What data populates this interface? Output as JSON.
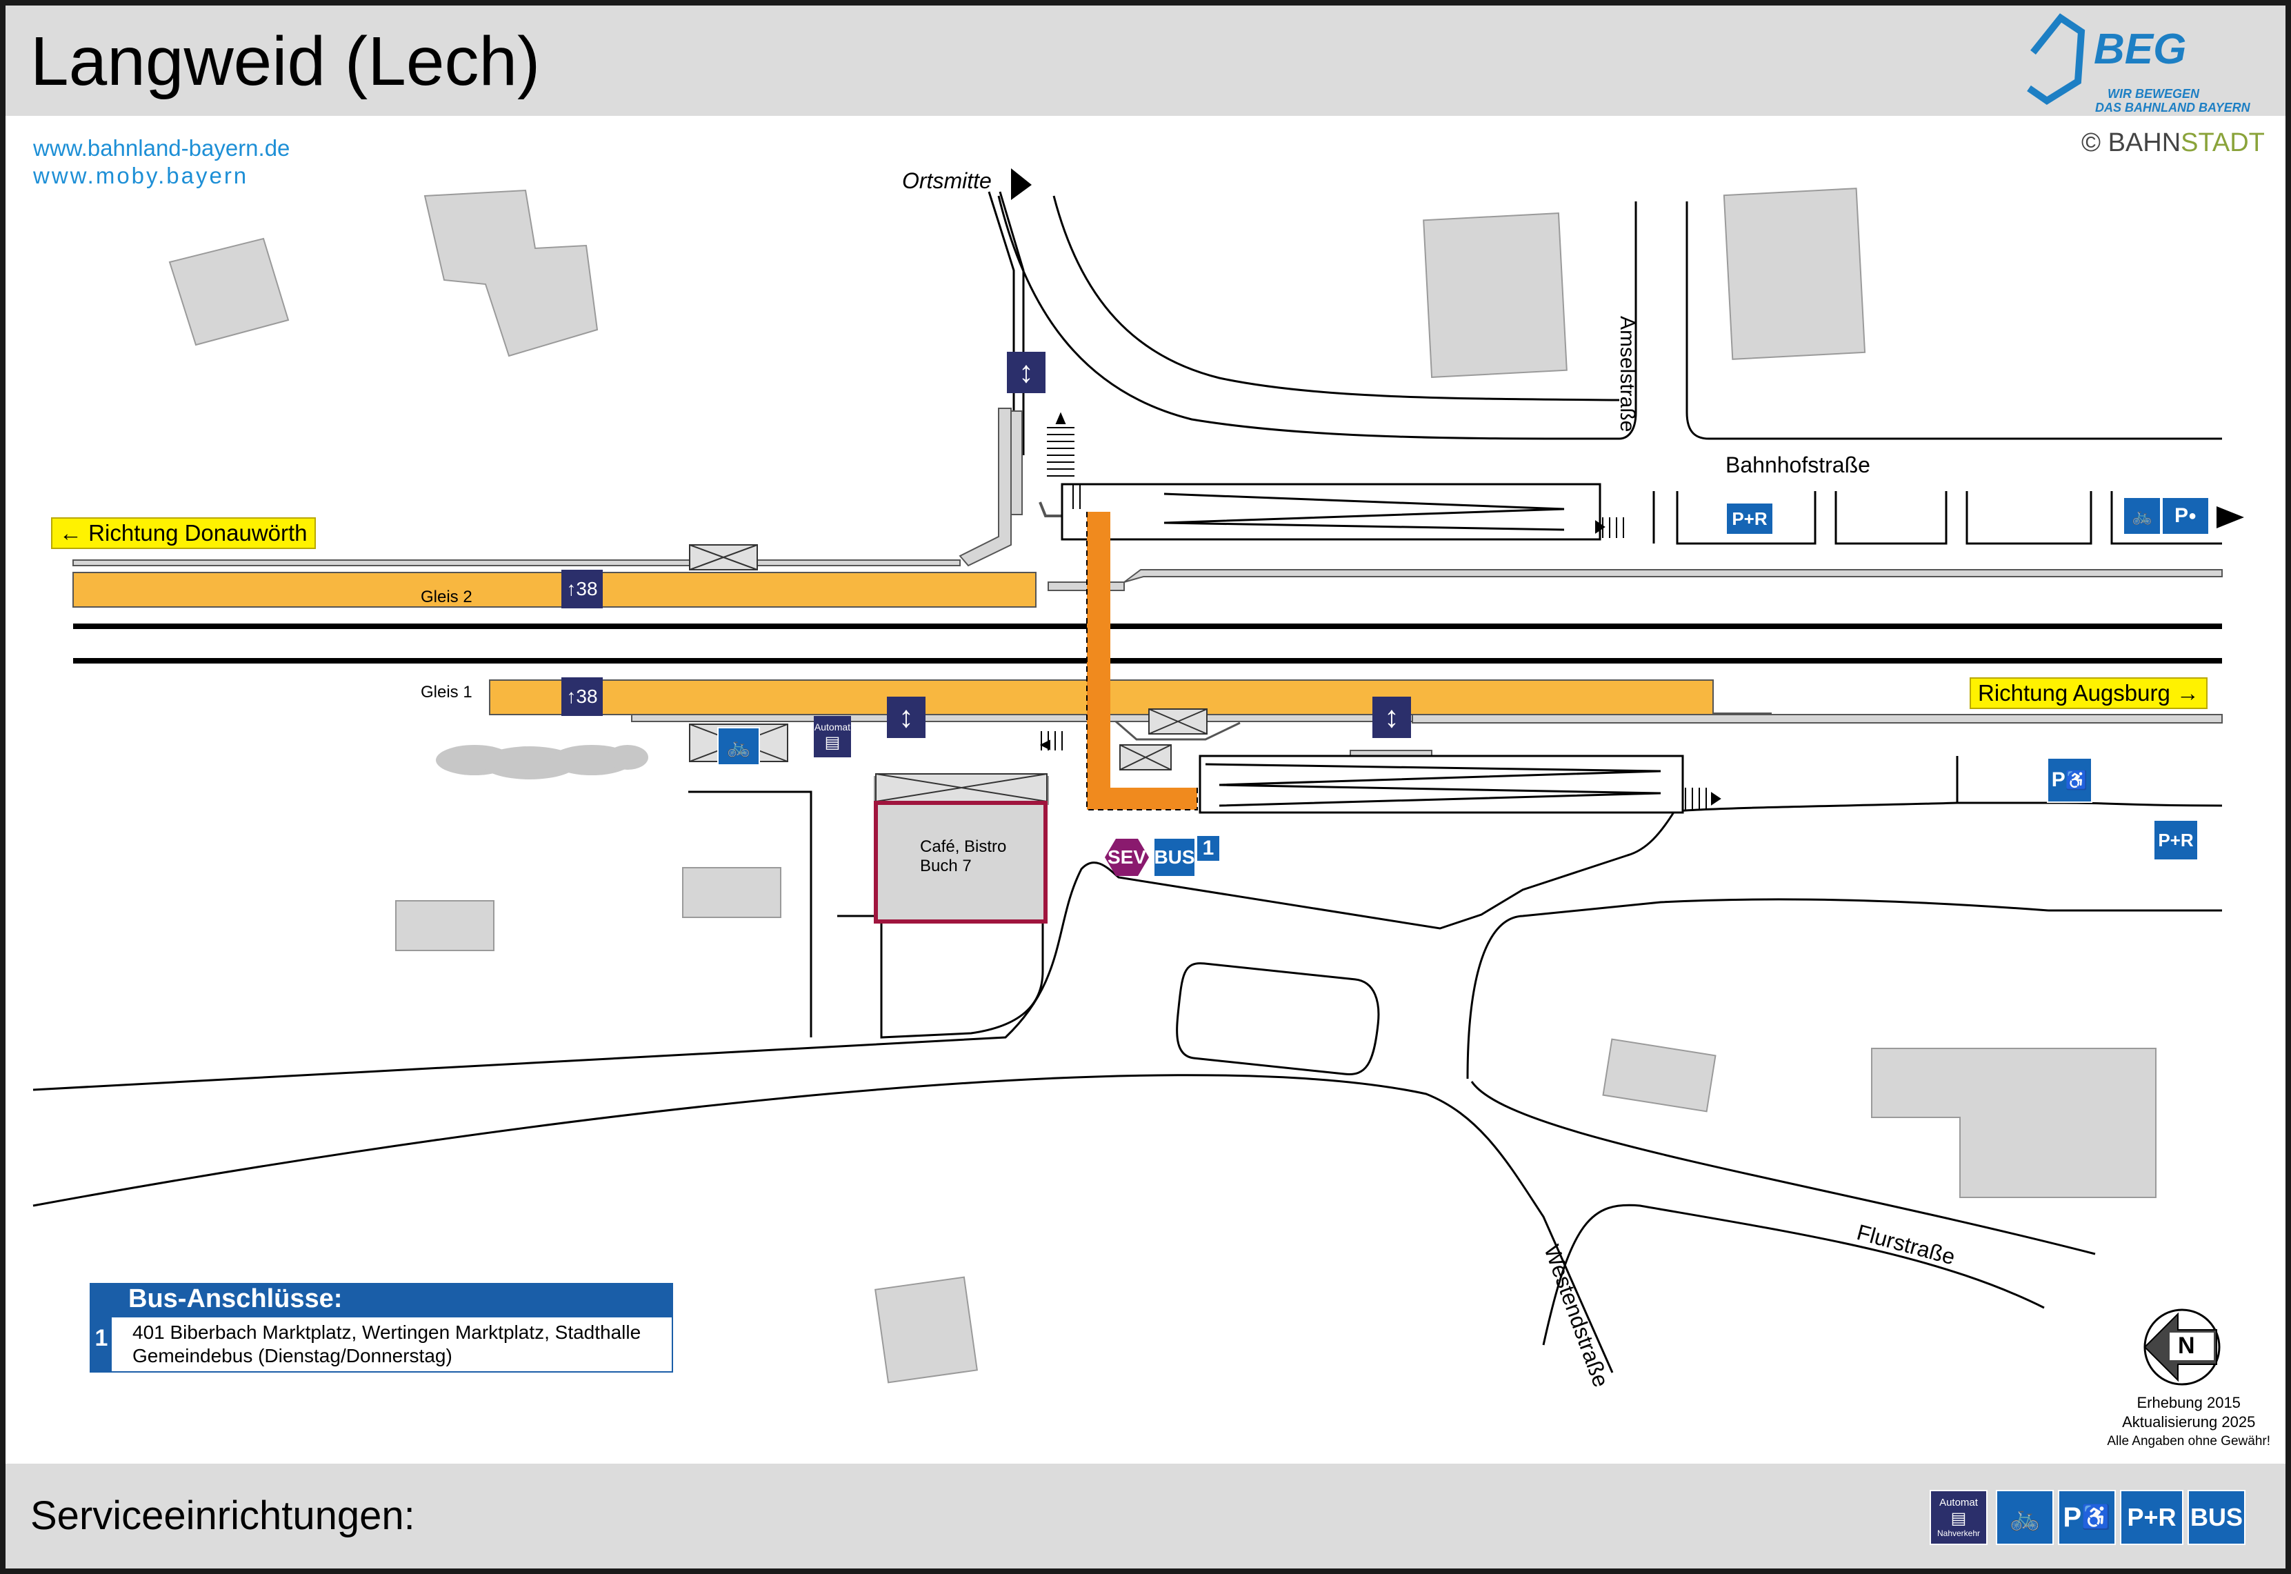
{
  "header": {
    "title": "Langweid (Lech)"
  },
  "logo": {
    "name": "BEG",
    "slogan_line1": "WIR BEWEGEN",
    "slogan_line2": "DAS BAHNLAND BAYERN"
  },
  "links": {
    "website1": "www.bahnland-bayern.de",
    "website2": "www.moby.bayern"
  },
  "copyright": {
    "symbol": "©",
    "brand_part1": "BAHN",
    "brand_part2": "STADT"
  },
  "map": {
    "ortsmitte": "Ortsmitte",
    "streets": {
      "amsel": "Amselstraße",
      "bahnhof": "Bahnhofstraße",
      "flur": "Flurstraße",
      "westend": "Westendstraße"
    },
    "directions": {
      "left": "Richtung Donauwörth",
      "right": "Richtung Augsburg"
    },
    "platforms": {
      "gleis2": "Gleis 2",
      "gleis1": "Gleis 1",
      "platform_height": "38"
    },
    "automat_label": "Automat",
    "cafe": {
      "line1": "Café, Bistro",
      "line2": "Buch 7"
    },
    "sev": "SEV",
    "bus": "BUS",
    "bus_stop_number": "1",
    "park_ride": "P+R",
    "parking": "P"
  },
  "bus_connections": {
    "heading": "Bus-Anschlüsse:",
    "number": "1",
    "line1": "401 Biberbach Marktplatz, Wertingen Marktplatz, Stadthalle",
    "line2": "Gemeindebus (Dienstag/Donnerstag)"
  },
  "survey": {
    "line1": "Erhebung 2015",
    "line2": "Aktualisierung 2025",
    "line3": "Alle Angaben ohne Gewähr!"
  },
  "compass": {
    "letter": "N"
  },
  "footer": {
    "title": "Serviceeinrichtungen:",
    "icons": [
      "Automat",
      "Nahverkehr",
      "bicycle-parking",
      "P",
      "P+R",
      "BUS"
    ]
  },
  "colors": {
    "platform": "#f8b740",
    "stairs_path": "#f08a1e",
    "brand_blue": "#1565b5",
    "sign_navy": "#2b2f6b",
    "cafe_border": "#a0153e",
    "sev": "#8a1a6e",
    "building": "#d6d6d6"
  }
}
